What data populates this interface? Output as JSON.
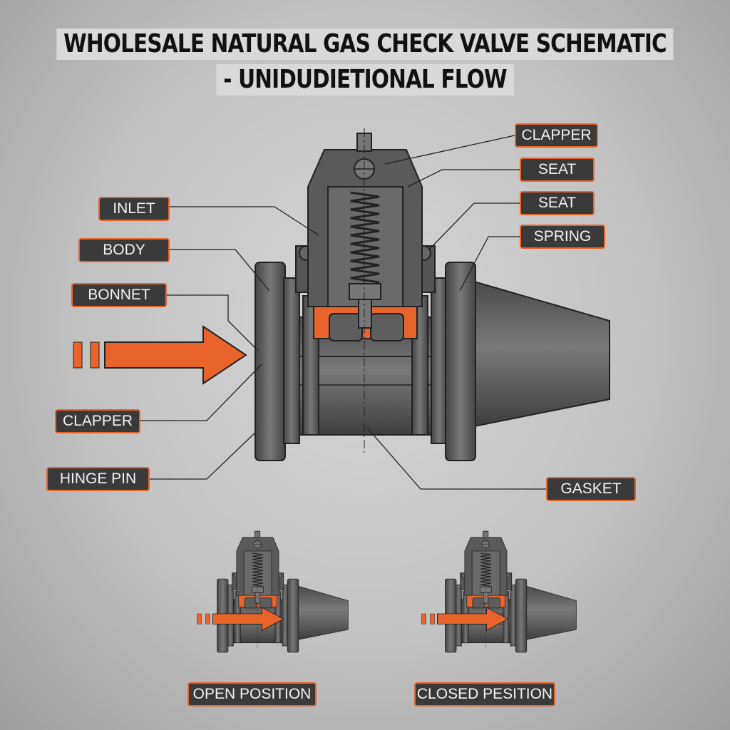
{
  "title": {
    "line1": "WHOLESALE NATURAL GAS CHECK VALVE SCHEMATIC",
    "line2": "- UNIDUDIETIONAL FLOW"
  },
  "labels_left": [
    "INLET",
    "BODY",
    "BONNET",
    "CLAPPER",
    "HINGE PIN"
  ],
  "labels_right": [
    "CLAPPER",
    "SEAT",
    "SEAT",
    "SPRING",
    "GASKET"
  ],
  "positions": {
    "open": "OPEN POSITION",
    "closed": "CLOSED PESITION"
  },
  "colors": {
    "accent": "#e8642b",
    "metal": "#5a5a5a",
    "label_bg": "#3a3a3a"
  }
}
